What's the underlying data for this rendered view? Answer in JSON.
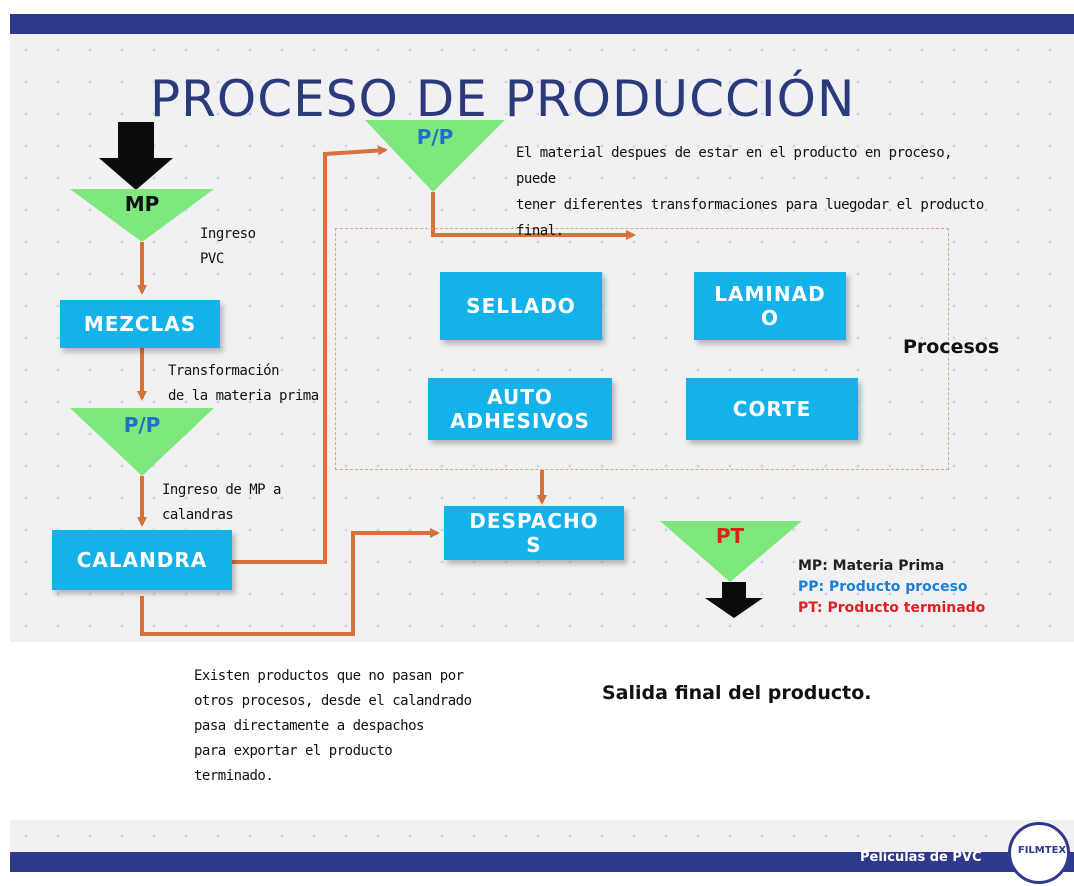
{
  "title": "PROCESO DE PRODUCCIÓN",
  "triangles": {
    "mp": "MP",
    "pp_top": "P/P",
    "pp_left": "P/P",
    "pt": "PT"
  },
  "boxes": {
    "mezclas": "MEZCLAS",
    "calandra": "CALANDRA",
    "sellado": "SELLADO",
    "laminado": "LAMINAD\nO",
    "auto_adhesivos": "AUTO\nADHESIVOS",
    "corte": "CORTE",
    "despachos": "DESPACHO\nS"
  },
  "notes": {
    "ingreso_pvc": [
      "Ingreso",
      "PVC"
    ],
    "transformacion": [
      "Transformación",
      "de la materia prima"
    ],
    "ingreso_mp": [
      "Ingreso de MP a",
      "calandras"
    ],
    "material_despues": [
      "El material despues de estar en el producto en proceso, puede",
      "tener diferentes transformaciones para luegodar el producto",
      "final."
    ],
    "existen": [
      "Existen productos que no pasan por",
      "otros procesos, desde el calandrado",
      "pasa directamente a despachos",
      "para exportar el producto",
      "terminado."
    ]
  },
  "procesos_label": "Procesos",
  "salida_label": "Salida final del producto.",
  "legend": [
    {
      "text": "MP: Materia Prima",
      "color": "#222222"
    },
    {
      "text": "PP: Producto proceso",
      "color": "#1f7fd1"
    },
    {
      "text": "PT: Producto terminado",
      "color": "#e02020"
    }
  ],
  "footer": {
    "text": "Películas de PVC",
    "logo_text": "FILMTEX"
  },
  "colors": {
    "bar": "#2e3a8c",
    "box": "#13b2ea",
    "triangle": "#7ee87e",
    "arrow": "#d7733a",
    "title": "#2b3a7a"
  }
}
